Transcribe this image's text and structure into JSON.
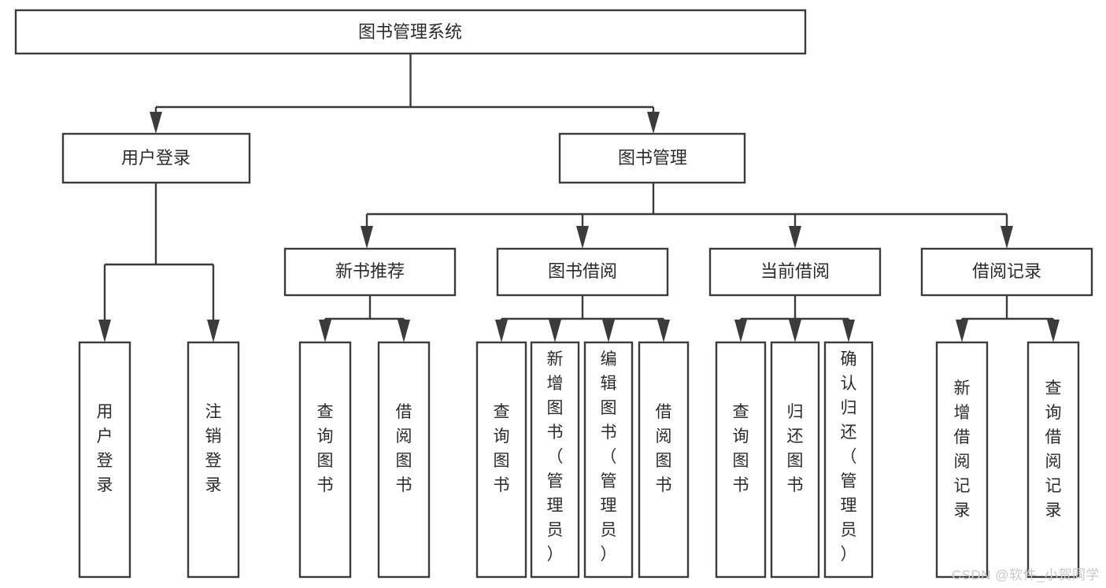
{
  "diagram": {
    "type": "tree",
    "title": "图书管理系统",
    "orientation": "top-down",
    "colors": {
      "node_fill": "#ffffff",
      "node_stroke": "#3b3b3b",
      "edge": "#3b3b3b",
      "text": "#2b2b2b",
      "background": "#ffffff",
      "watermark": "#c9c9c9"
    },
    "root": {
      "id": "root",
      "label": "图书管理系统",
      "orientation": "horizontal"
    },
    "level2": [
      {
        "id": "user-login",
        "label": "用户登录",
        "orientation": "horizontal"
      },
      {
        "id": "book-manage",
        "label": "图书管理",
        "orientation": "horizontal"
      }
    ],
    "level3": [
      {
        "id": "new-book-recommend",
        "label": "新书推荐",
        "orientation": "horizontal",
        "parent": "book-manage"
      },
      {
        "id": "book-borrow",
        "label": "图书借阅",
        "orientation": "horizontal",
        "parent": "book-manage"
      },
      {
        "id": "current-borrow",
        "label": "当前借阅",
        "orientation": "horizontal",
        "parent": "book-manage"
      },
      {
        "id": "borrow-record",
        "label": "借阅记录",
        "orientation": "horizontal",
        "parent": "book-manage"
      }
    ],
    "leaves": [
      {
        "id": "leaf-user-login",
        "label": "用户登录",
        "orientation": "vertical",
        "parent": "user-login"
      },
      {
        "id": "leaf-logout-login",
        "label": "注销登录",
        "orientation": "vertical",
        "parent": "user-login"
      },
      {
        "id": "leaf-query-book-1",
        "label": "查询图书",
        "orientation": "vertical",
        "parent": "new-book-recommend"
      },
      {
        "id": "leaf-borrow-book-1",
        "label": "借阅图书",
        "orientation": "vertical",
        "parent": "new-book-recommend"
      },
      {
        "id": "leaf-query-book-2",
        "label": "查询图书",
        "orientation": "vertical",
        "parent": "book-borrow"
      },
      {
        "id": "leaf-add-book-admin",
        "label": "新增图书（管理员）",
        "orientation": "vertical",
        "parent": "book-borrow"
      },
      {
        "id": "leaf-edit-book-admin",
        "label": "编辑图书（管理员）",
        "orientation": "vertical",
        "parent": "book-borrow"
      },
      {
        "id": "leaf-borrow-book-2",
        "label": "借阅图书",
        "orientation": "vertical",
        "parent": "book-borrow"
      },
      {
        "id": "leaf-query-book-3",
        "label": "查询图书",
        "orientation": "vertical",
        "parent": "current-borrow"
      },
      {
        "id": "leaf-return-book",
        "label": "归还图书",
        "orientation": "vertical",
        "parent": "current-borrow"
      },
      {
        "id": "leaf-confirm-return-admin",
        "label": "确认归还（管理员）",
        "orientation": "vertical",
        "parent": "current-borrow"
      },
      {
        "id": "leaf-add-borrow-record",
        "label": "新增借阅记录",
        "orientation": "vertical",
        "parent": "borrow-record"
      },
      {
        "id": "leaf-query-borrow-record",
        "label": "查询借阅记录",
        "orientation": "vertical",
        "parent": "borrow-record"
      }
    ],
    "watermark": "CSDN @软件_小贺同学"
  }
}
